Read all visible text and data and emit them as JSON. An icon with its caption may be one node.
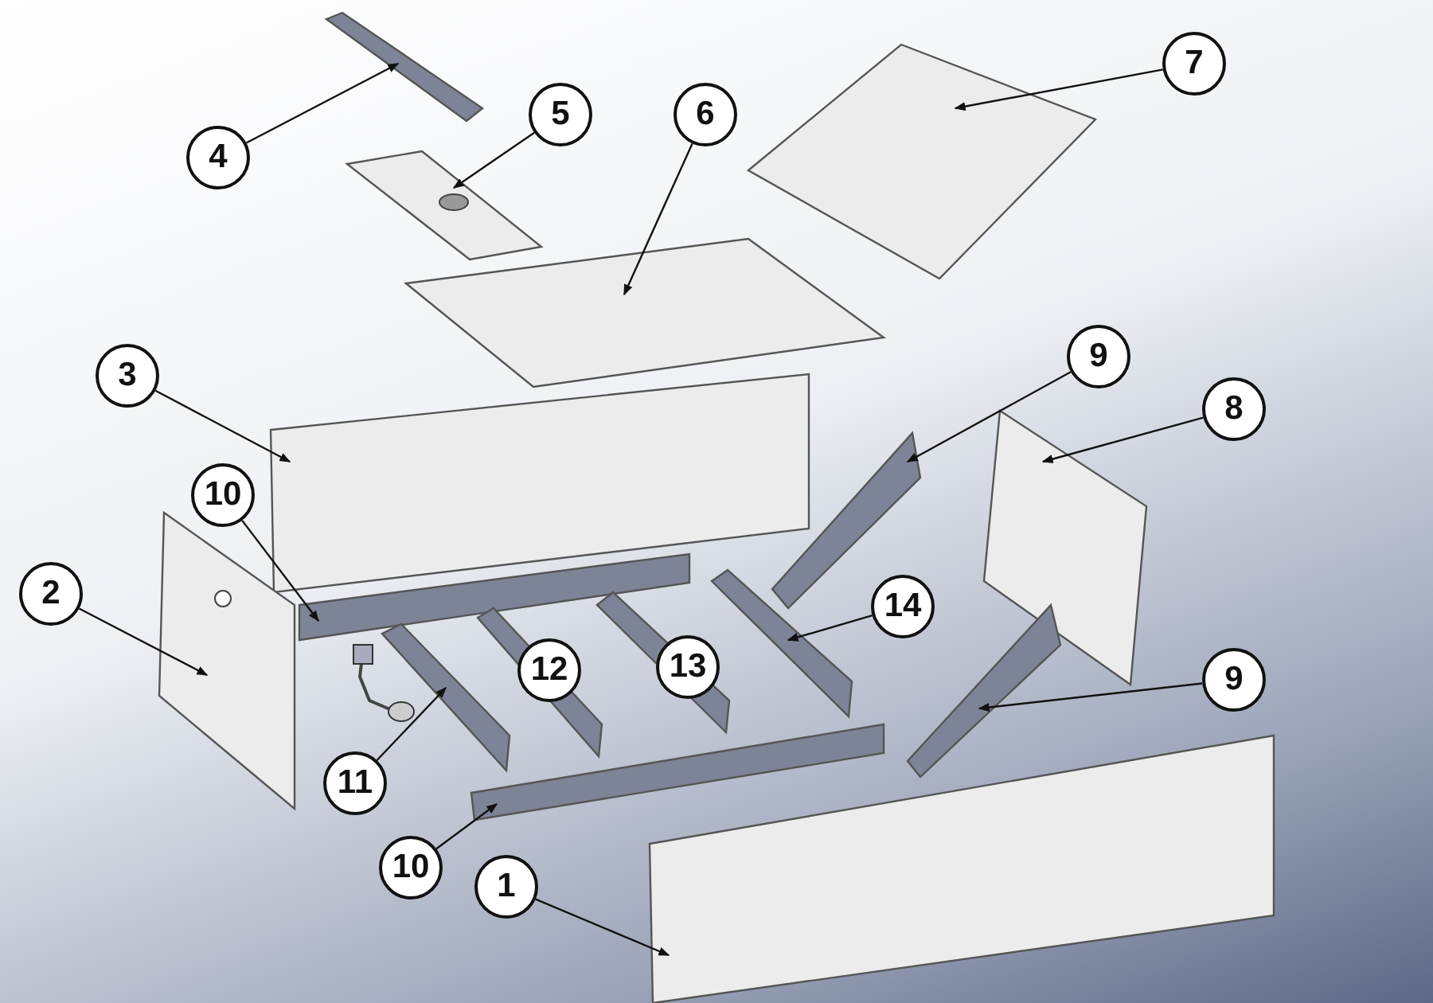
{
  "diagram": {
    "nodes": [
      {
        "text": [
          "7"
        ]
      },
      {
        "text": [
          "5"
        ]
      },
      {
        "text": [
          "6"
        ]
      },
      {
        "text": [
          "4"
        ]
      },
      {
        "text": [
          "9"
        ]
      },
      {
        "text": [
          "3"
        ]
      },
      {
        "text": [
          "8"
        ]
      },
      {
        "text": [
          "10"
        ]
      },
      {
        "text": [
          "2"
        ]
      },
      {
        "text": [
          "14"
        ]
      },
      {
        "text": [
          "12"
        ]
      },
      {
        "text": [
          "13"
        ]
      },
      {
        "text": [
          "9"
        ]
      },
      {
        "text": [
          "11"
        ]
      },
      {
        "text": [
          "10"
        ]
      },
      {
        "text": [
          "1"
        ]
      },
      {
        "text": [],
        "shape": "box"
      },
      {
        "text": [],
        "shape": "box"
      },
      {
        "text": [],
        "shape": "box"
      },
      {
        "text": [],
        "shape": "bar"
      },
      {
        "text": [],
        "shape": "bar"
      },
      {
        "text": [],
        "shape": "box"
      },
      {
        "text": [],
        "shape": "box"
      },
      {
        "text": [],
        "shape": "bar"
      },
      {
        "text": [],
        "shape": "box"
      },
      {
        "text": [],
        "shape": "bar"
      },
      {
        "text": [],
        "shape": "bar"
      },
      {
        "text": [],
        "shape": "bar"
      },
      {
        "text": [],
        "shape": "bar"
      },
      {
        "text": [],
        "shape": "box"
      }
    ],
    "edges": [
      {
        "from": 0,
        "to": 16,
        "arrow": "to"
      },
      {
        "from": 1,
        "to": 17,
        "arrow": "to"
      },
      {
        "from": 2,
        "to": 18,
        "arrow": "to"
      },
      {
        "from": 3,
        "to": 19,
        "arrow": "to"
      },
      {
        "from": 4,
        "to": 20,
        "arrow": "to"
      },
      {
        "from": 5,
        "to": 21,
        "arrow": "to"
      },
      {
        "from": 6,
        "to": 22,
        "arrow": "to"
      },
      {
        "from": 7,
        "to": 23,
        "arrow": "to"
      },
      {
        "from": 8,
        "to": 24,
        "arrow": "to"
      },
      {
        "from": 9,
        "to": 25,
        "arrow": "to"
      },
      {
        "from": 12,
        "to": 26,
        "arrow": "to"
      },
      {
        "from": 13,
        "to": 27,
        "arrow": "to"
      },
      {
        "from": 14,
        "to": 28,
        "arrow": "to"
      },
      {
        "from": 15,
        "to": 29,
        "arrow": "to"
      }
    ]
  }
}
